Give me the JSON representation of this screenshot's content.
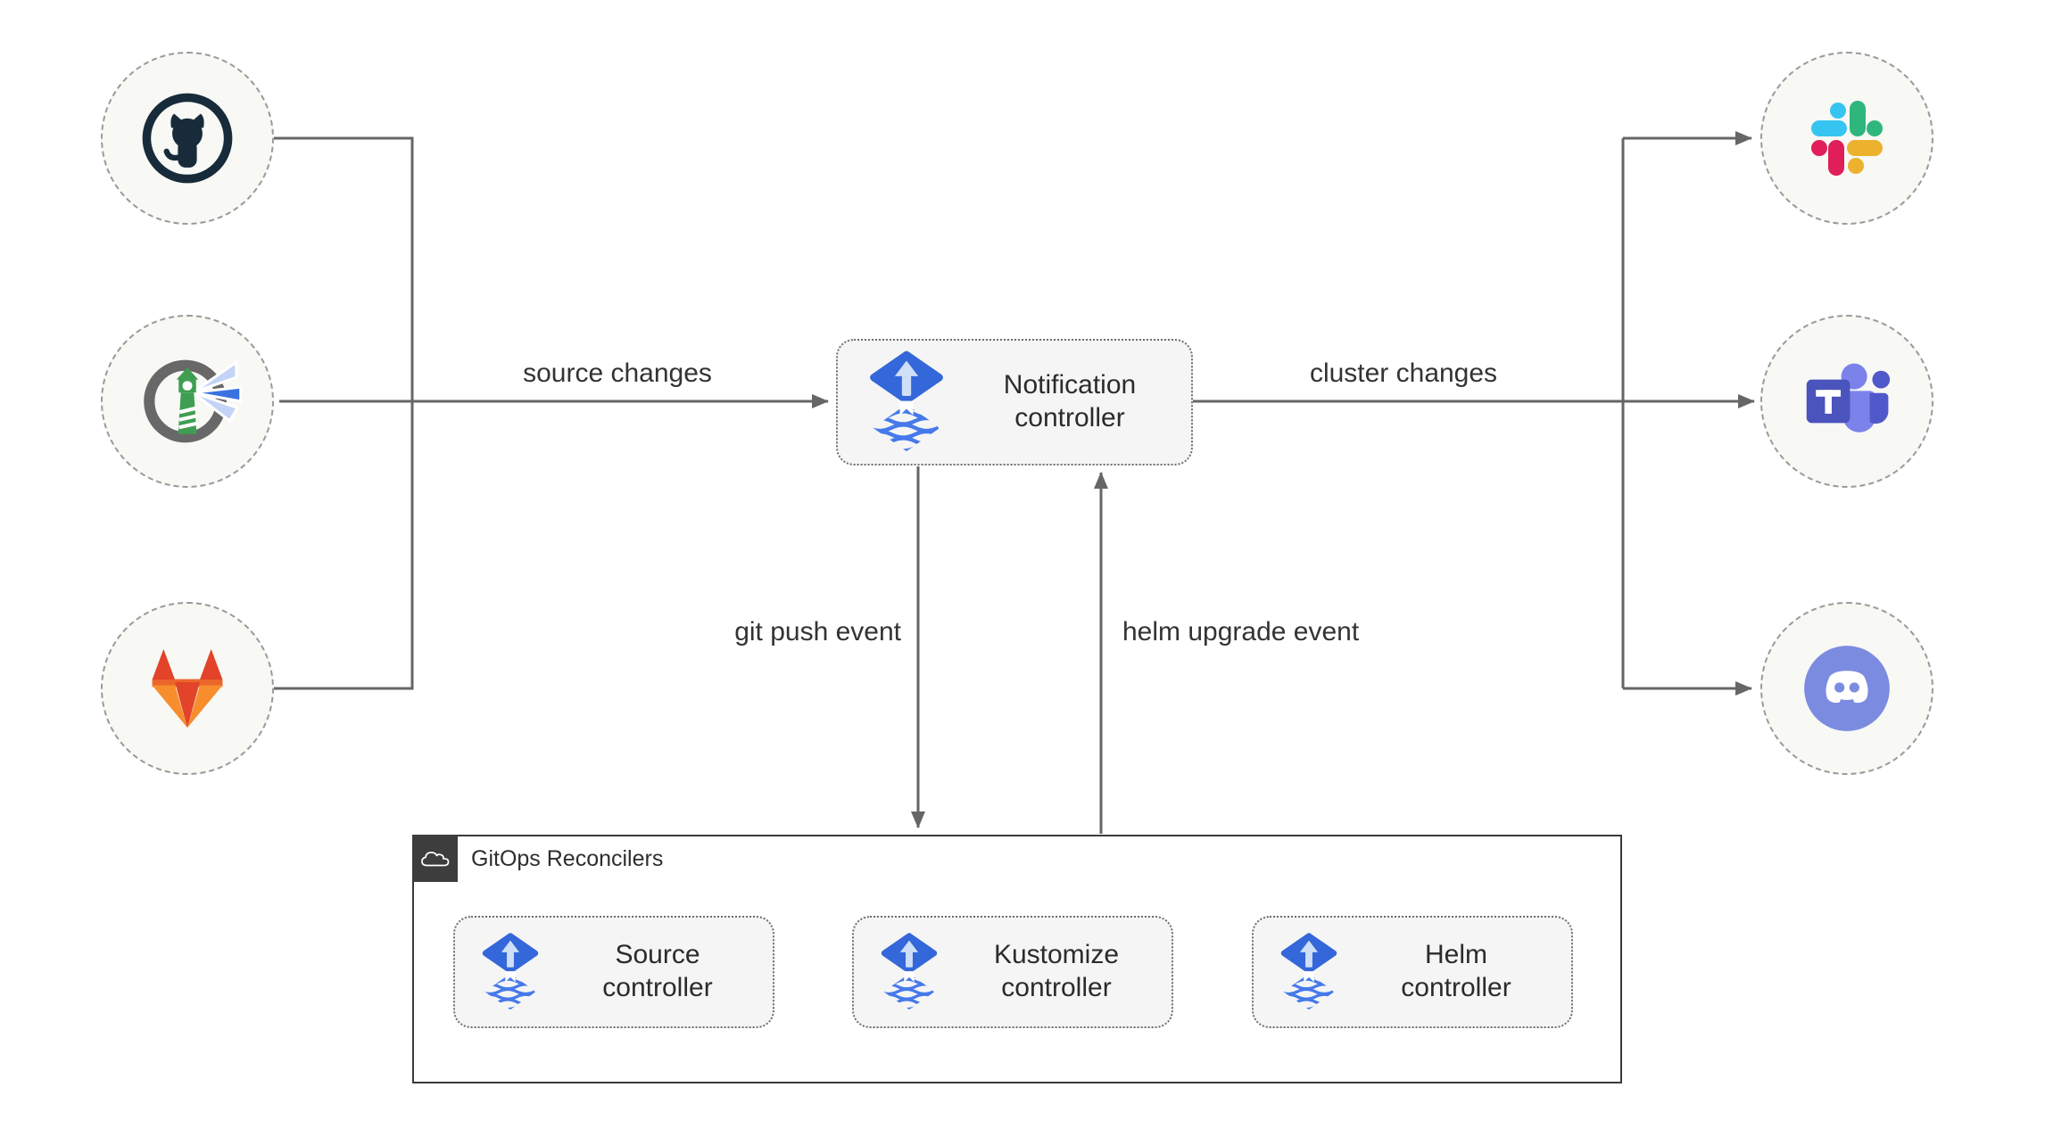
{
  "nodes": {
    "notification": {
      "label": "Notification controller",
      "icon": "flux-icon"
    },
    "sources": [
      {
        "name": "GitHub",
        "icon": "github-icon"
      },
      {
        "name": "Harbor",
        "icon": "harbor-icon"
      },
      {
        "name": "GitLab",
        "icon": "gitlab-icon"
      }
    ],
    "targets": [
      {
        "name": "Slack",
        "icon": "slack-icon"
      },
      {
        "name": "Microsoft Teams",
        "icon": "teams-icon"
      },
      {
        "name": "Discord",
        "icon": "discord-icon"
      }
    ]
  },
  "container": {
    "label": "GitOps Reconcilers",
    "icon": "cloud-icon",
    "controllers": [
      {
        "label": "Source controller",
        "icon": "flux-icon"
      },
      {
        "label": "Kustomize controller",
        "icon": "flux-icon"
      },
      {
        "label": "Helm controller",
        "icon": "flux-icon"
      }
    ]
  },
  "edges": [
    {
      "label": "source changes",
      "from": "sources",
      "to": "notification"
    },
    {
      "label": "cluster changes",
      "from": "notification",
      "to": "targets"
    },
    {
      "label": "git push event",
      "from": "notification",
      "to": "gitops-reconcilers"
    },
    {
      "label": "helm upgrade event",
      "from": "gitops-reconcilers",
      "to": "notification"
    }
  ],
  "colors": {
    "line": "#666666",
    "text": "#303030",
    "node_fill": "#f5f5f5",
    "node_border": "#6e6e6e",
    "circle_fill": "#f8f8f5",
    "circle_border": "#9a9a9a",
    "container_border": "#3a3a3a",
    "container_header_bg": "#3d3d3d",
    "flux_blue": "#3467d9",
    "flux_wave_blue": "#4679ea",
    "github_navy": "#172b3a",
    "harbor_green": "#3f9e52",
    "gitlab_red": "#e24329",
    "gitlab_orange": "#f78d2d",
    "slack_blue": "#36c5f0",
    "slack_green": "#2eb67d",
    "slack_pink": "#e01e5a",
    "slack_yellow": "#ecb22e",
    "teams_purple": "#4b53bc",
    "discord_blurple": "#7b8ce0"
  }
}
